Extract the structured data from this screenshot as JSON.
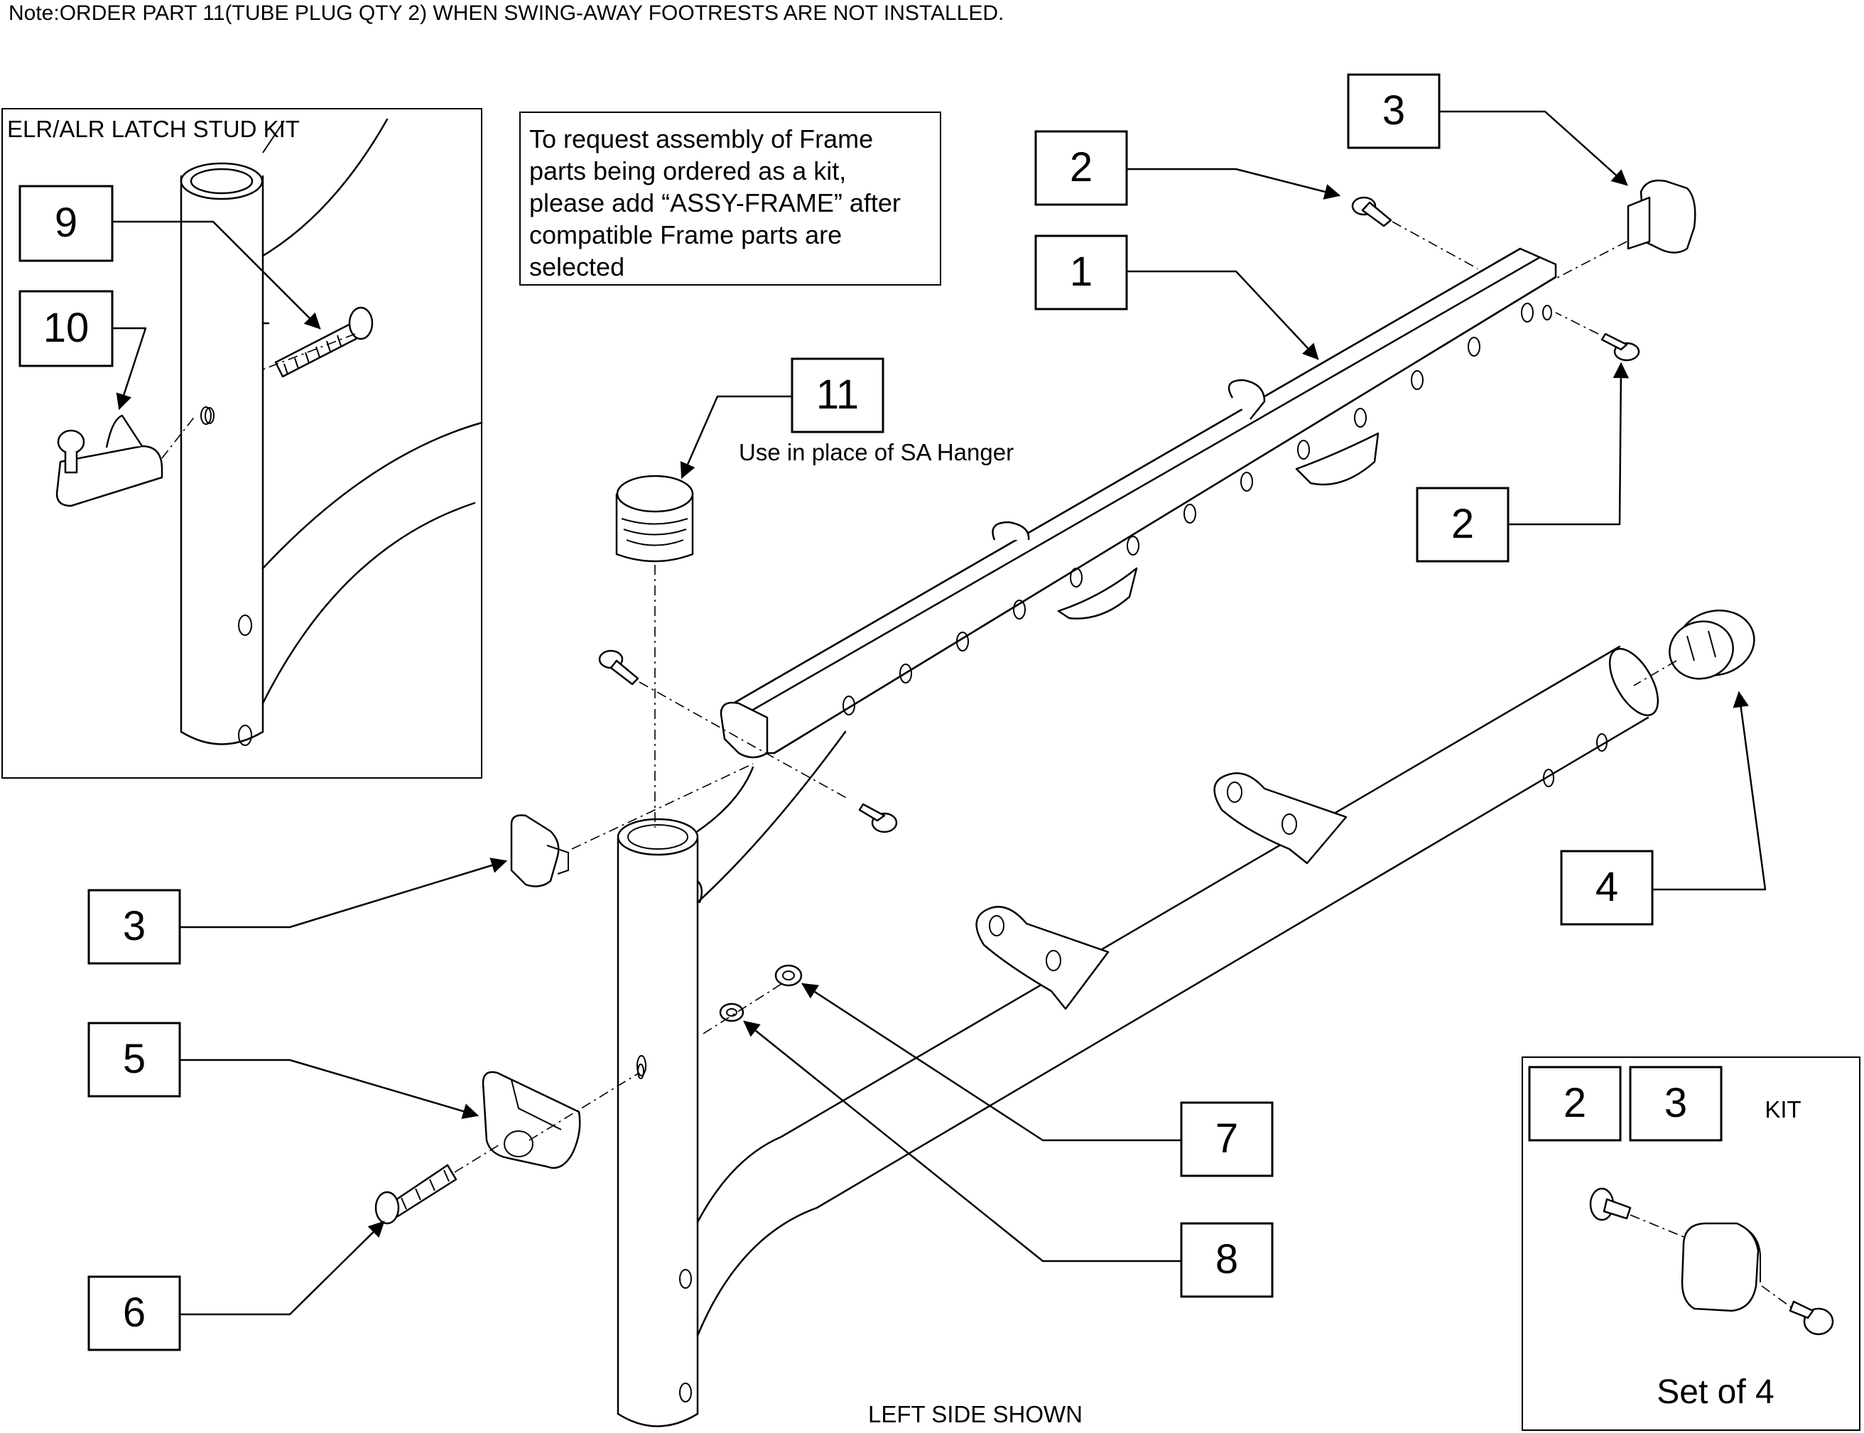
{
  "note": "Note:ORDER PART 11(TUBE PLUG QTY 2) WHEN SWING-AWAY FOOTRESTS ARE NOT INSTALLED.",
  "latch_kit": {
    "title": "ELR/ALR LATCH STUD KIT"
  },
  "assembly_request": {
    "lines": [
      "To request assembly of Frame",
      "parts being ordered as a kit,",
      "please add “ASSY-FRAME” after",
      "compatible Frame parts are",
      "selected"
    ]
  },
  "part11_caption": "Use in place of SA Hanger",
  "footer_label": "LEFT SIDE SHOWN",
  "kit_box": {
    "label": "KIT",
    "set_label": "Set of 4",
    "parts": [
      "2",
      "3"
    ]
  },
  "callouts": {
    "c1": "1",
    "c2a": "2",
    "c2b": "2",
    "c3a": "3",
    "c3b": "3",
    "c4": "4",
    "c5": "5",
    "c6": "6",
    "c7": "7",
    "c8": "8",
    "c9": "9",
    "c10": "10",
    "c11": "11"
  }
}
